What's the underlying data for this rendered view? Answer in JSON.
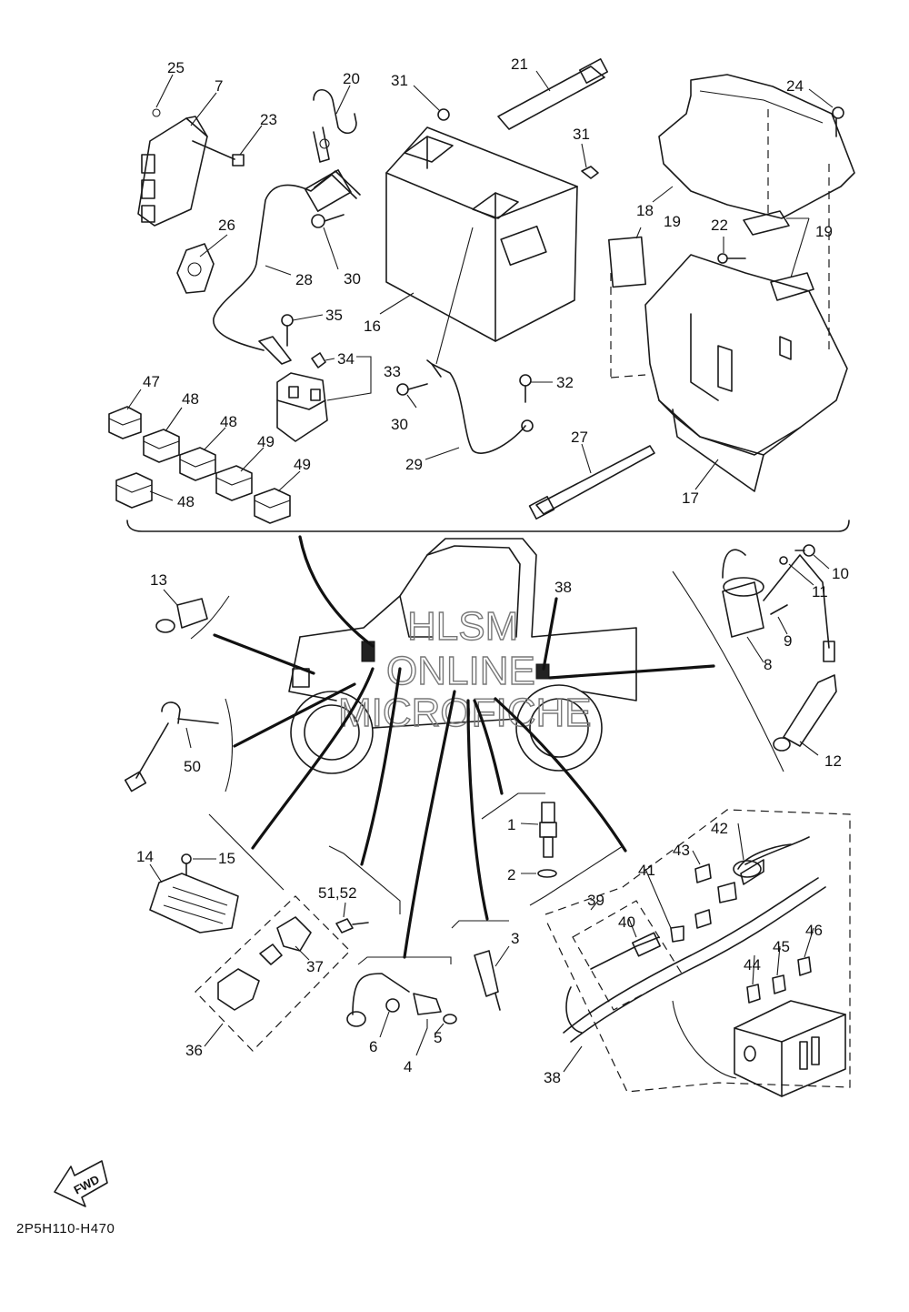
{
  "diagram": {
    "diagram_code": "2P5H110-H470",
    "fwd_label": "FWD",
    "watermark": [
      "HLSM",
      "ONLINE",
      "MICROFICHE"
    ],
    "callouts": {
      "c25": "25",
      "c7": "7",
      "c23": "23",
      "c20": "20",
      "c31a": "31",
      "c31b": "31",
      "c21": "21",
      "c24": "24",
      "c26": "26",
      "c28": "28",
      "c30a": "30",
      "c16": "16",
      "c18": "18",
      "c19a": "19",
      "c19b": "19",
      "c22": "22",
      "c35": "35",
      "c34": "34",
      "c33": "33",
      "c32": "32",
      "c30b": "30",
      "c47": "47",
      "c48a": "48",
      "c48b": "48",
      "c48c": "48",
      "c49a": "49",
      "c49b": "49",
      "c27": "27",
      "c29": "29",
      "c17": "17",
      "c13": "13",
      "c38a": "38",
      "c10": "10",
      "c11": "11",
      "c9": "9",
      "c8": "8",
      "c12": "12",
      "c50": "50",
      "c1": "1",
      "c2": "2",
      "c42": "42",
      "c43": "43",
      "c41": "41",
      "c39": "39",
      "c40": "40",
      "c14": "14",
      "c15": "15",
      "c5152": "51,52",
      "c3": "3",
      "c46": "46",
      "c45": "45",
      "c44": "44",
      "c37": "37",
      "c36": "36",
      "c6": "6",
      "c5": "5",
      "c4": "4",
      "c38b": "38"
    }
  }
}
